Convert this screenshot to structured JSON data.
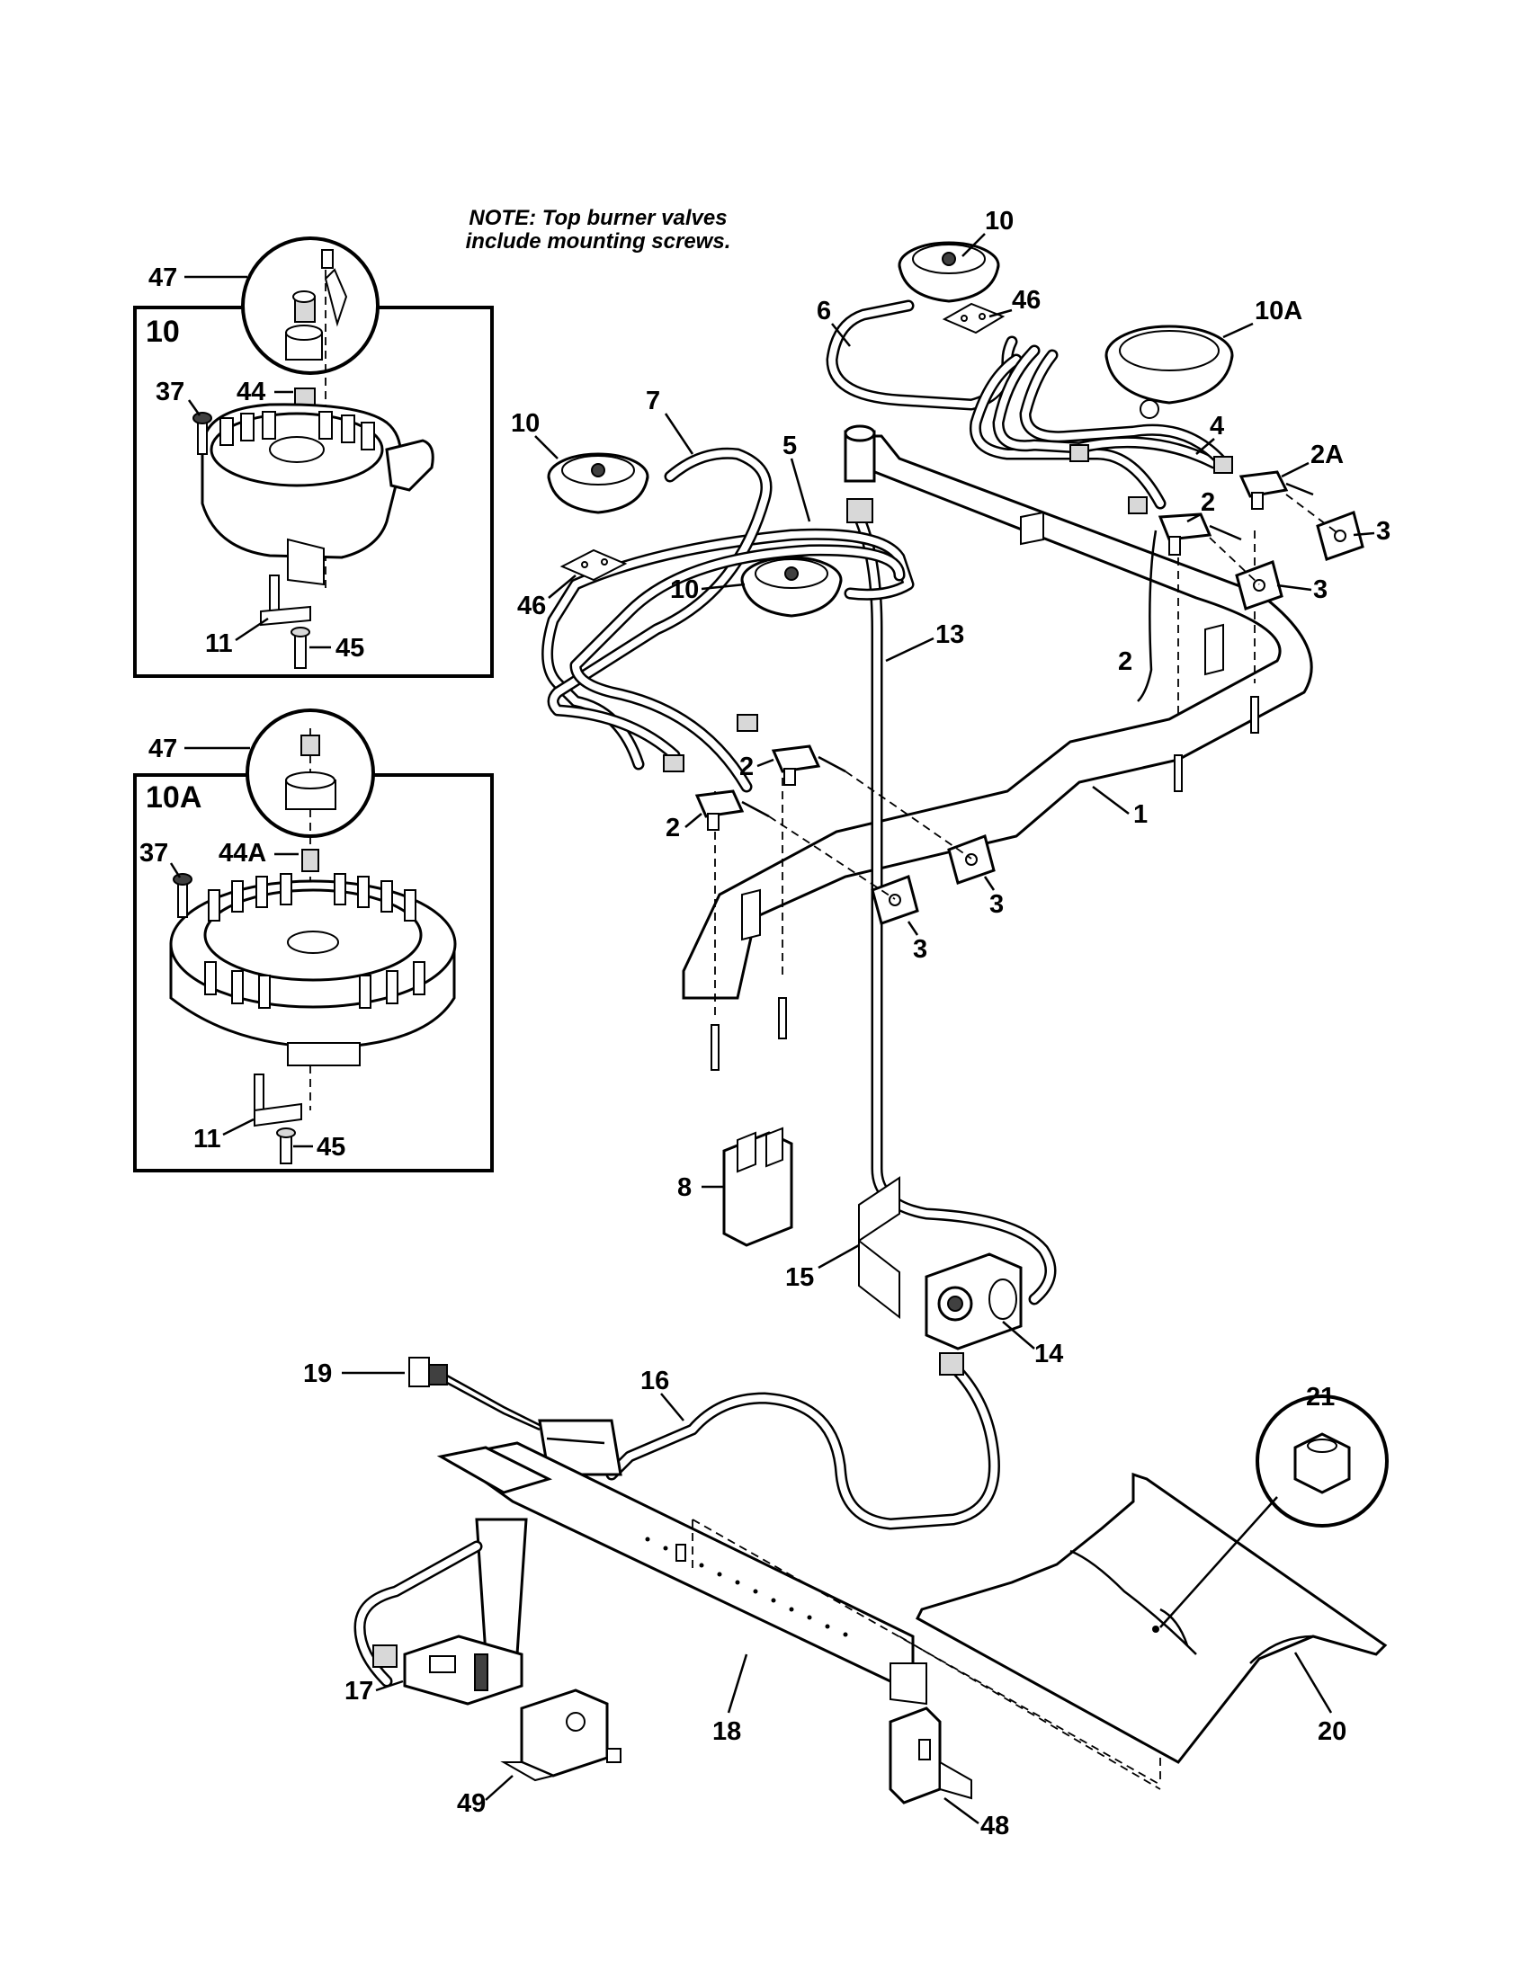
{
  "note": {
    "line1": "NOTE: Top burner valves",
    "line2": "include mounting screws."
  },
  "inset_10": {
    "title": "10",
    "callouts": {
      "c47": "47",
      "c37": "37",
      "c44": "44",
      "c11": "11",
      "c45": "45"
    }
  },
  "inset_10A": {
    "title": "10A",
    "callouts": {
      "c47": "47",
      "c37": "37",
      "c44A": "44A",
      "c11": "11",
      "c45": "45"
    }
  },
  "callouts": {
    "c10_top": "10",
    "c6": "6",
    "c46_top": "46",
    "c10A": "10A",
    "c7": "7",
    "c10_left": "10",
    "c5": "5",
    "c4": "4",
    "c2A": "2A",
    "c2_right": "2",
    "c3_far_right": "3",
    "c3_right": "3",
    "c46_left": "46",
    "c10_mid": "10",
    "c13": "13",
    "c2_bracket": "2",
    "c2_mid": "2",
    "c2_low": "2",
    "c1": "1",
    "c3_mid_right": "3",
    "c3_mid_low": "3",
    "c8": "8",
    "c15": "15",
    "c14": "14",
    "c19": "19",
    "c16": "16",
    "c21": "21",
    "c17": "17",
    "c18": "18",
    "c20": "20",
    "c49": "49",
    "c48": "48"
  }
}
